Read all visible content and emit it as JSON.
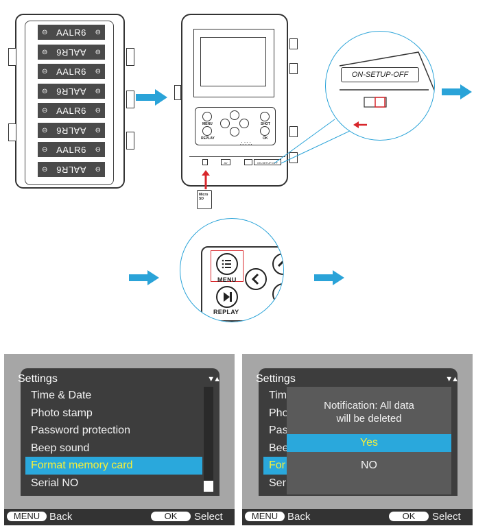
{
  "diagram": {
    "batteries": [
      "AALR6",
      "AALR6",
      "AALR6",
      "AALR6",
      "AALR6",
      "AALR6",
      "AALR6",
      "AALR6"
    ],
    "battery_terminal": "⊖",
    "switch_label": "ON-SETUP-OFF",
    "keypad": {
      "menu": "MENU",
      "replay": "REPLAY",
      "shot": "SHOT",
      "ok": "OK"
    },
    "ports": [
      "AV",
      "ON-SETUP-OFF"
    ],
    "sd_card": "Micro SD",
    "zoom_labels": {
      "menu": "MENU",
      "replay": "REPLAY"
    },
    "accent_color": "#2aa3d8",
    "arrow_color": "#d8262b"
  },
  "settings_screen": {
    "title": "Settings",
    "items": [
      "Time & Date",
      "Photo stamp",
      "Password protection",
      "Beep sound",
      "Format memory card",
      "Serial NO"
    ],
    "selected_index": 4,
    "bottom_bar": {
      "menu_key": "MENU",
      "back_label": "Back",
      "ok_key": "OK",
      "select_label": "Select"
    }
  },
  "confirm_screen": {
    "title": "Settings",
    "peek_items": [
      "Tim",
      "Pho",
      "Pas",
      "Bee",
      "For",
      "Ser"
    ],
    "dialog": {
      "message_line1": "Notification: All data",
      "message_line2": "will be deleted",
      "options": [
        "Yes",
        "NO"
      ],
      "selected_index": 0
    },
    "bottom_bar": {
      "menu_key": "MENU",
      "back_label": "Back",
      "ok_key": "OK",
      "select_label": "Select"
    }
  },
  "colors": {
    "highlight": "#2aa8dc",
    "highlight_text": "#f6ef3b",
    "panel_bg": "#a6a6a6",
    "frame_bg": "#3d3d3d"
  }
}
